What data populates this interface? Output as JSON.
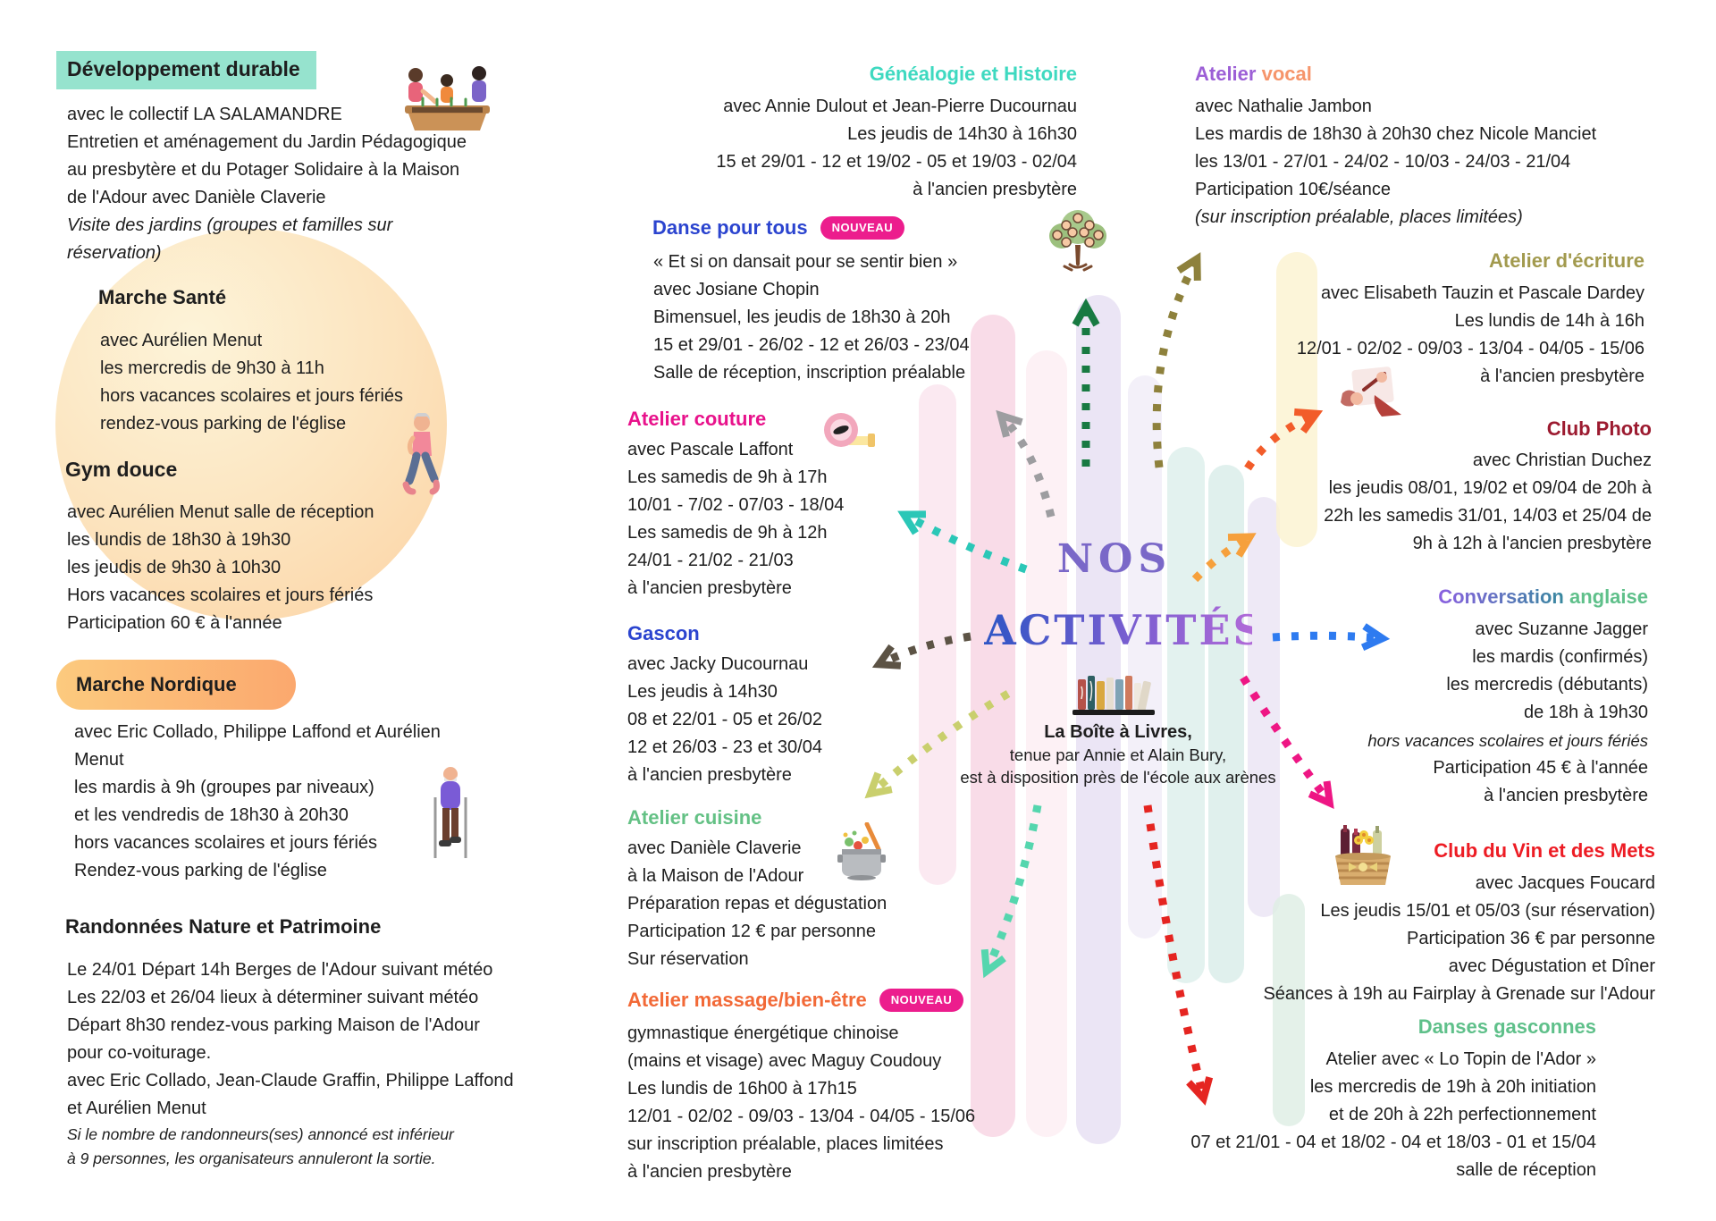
{
  "badge": "NOUVEAU",
  "colors": {
    "accent_mint": "#96e3ce",
    "accent_orange_pill": "#fbbd76",
    "badge_pink": "#ec1d8d",
    "title_teal": "#3ed9c0",
    "title_blue": "#2b44cf",
    "title_pink": "#e8128b",
    "title_green": "#64c185",
    "title_orange": "#f26937",
    "title_purple": "#9c5fd6",
    "title_olive": "#a29a4e",
    "title_darkred": "#9c1b30",
    "title_red": "#ed1c24",
    "title_softgreen": "#5fc08a",
    "nos_purple": "#7a68c8"
  },
  "icons": {
    "gardening-icon": "collectif jardinage",
    "walking-woman-icon": "marche santé",
    "hiking-man-icon": "marche nordique",
    "measuring-tape-icon": "atelier couture",
    "family-tree-icon": "généalogie",
    "cooking-pot-icon": "atelier cuisine",
    "bookshelf-icon": "boîte à livres",
    "writing-hands-icon": "atelier d'écriture",
    "wine-basket-icon": "club du vin"
  },
  "center": {
    "title1": "NOS",
    "title2": "ACTIVITÉS",
    "box1": "La Boîte à Livres,",
    "box2": "tenue par Annie et Alain Bury,",
    "box3": "est à disposition près de l'école aux arènes"
  },
  "left": {
    "dev_durable": {
      "title": "Développement durable",
      "lines": [
        {
          "t": "avec le collectif LA SALAMANDRE"
        },
        {
          "t": "Entretien et aménagement du Jardin Pédagogique"
        },
        {
          "t": "au presbytère et du Potager Solidaire à la Maison"
        },
        {
          "t": "de l'Adour avec Danièle Claverie"
        },
        {
          "t": "Visite des jardins (groupes et familles sur",
          "i": true
        },
        {
          "t": "réservation)",
          "i": true
        }
      ]
    },
    "marche_sante": {
      "title": "Marche Santé",
      "lines": [
        {
          "t": "avec Aurélien Menut"
        },
        {
          "t": "les mercredis de 9h30 à 11h"
        },
        {
          "t": "hors vacances scolaires et jours fériés"
        },
        {
          "t": "rendez-vous parking de l'église"
        }
      ]
    },
    "gym_douce": {
      "title": "Gym douce",
      "lines": [
        {
          "t": "avec Aurélien Menut salle de réception"
        },
        {
          "t": "les lundis de 18h30 à 19h30"
        },
        {
          "t": "les jeudis de 9h30 à 10h30"
        },
        {
          "t": "Hors vacances scolaires et jours fériés"
        },
        {
          "t": "Participation 60 € à l'année"
        }
      ]
    },
    "marche_nordique": {
      "title": "Marche Nordique",
      "lines": [
        {
          "t": "avec Eric Collado, Philippe Laffond et Aurélien"
        },
        {
          "t": "Menut"
        },
        {
          "t": "les mardis à 9h (groupes par niveaux)"
        },
        {
          "t": "et les vendredis de 18h30 à 20h30"
        },
        {
          "t": "hors vacances scolaires et jours fériés"
        },
        {
          "t": "Rendez-vous parking de l'église"
        }
      ]
    },
    "randonnees": {
      "title": "Randonnées Nature et Patrimoine",
      "lines": [
        {
          "t": "Le 24/01 Départ 14h Berges de l'Adour suivant météo"
        },
        {
          "t": "Les 22/03 et 26/04 lieux à déterminer suivant météo"
        },
        {
          "t": "Départ 8h30 rendez-vous parking Maison de l'Adour"
        },
        {
          "t": "pour co-voiturage."
        },
        {
          "t": "avec Eric Collado, Jean-Claude Graffin, Philippe Laffond"
        },
        {
          "t": "et Aurélien Menut"
        },
        {
          "t": "Si le nombre de randonneurs(ses) annoncé est inférieur",
          "i": true
        },
        {
          "t": "à 9 personnes, les organisateurs annuleront la sortie.",
          "i": true
        }
      ]
    }
  },
  "middle": {
    "genealogie": {
      "title": "Généalogie et Histoire",
      "lines": [
        {
          "t": "avec Annie Dulout et Jean-Pierre Ducournau"
        },
        {
          "t": "Les jeudis de 14h30 à 16h30"
        },
        {
          "t": "15 et 29/01 - 12 et 19/02 - 05 et 19/03 - 02/04"
        },
        {
          "t": "à l'ancien presbytère"
        }
      ]
    },
    "danse": {
      "title": "Danse pour tous",
      "nouveau": true,
      "lines": [
        {
          "t": "« Et si on dansait pour se sentir bien »"
        },
        {
          "t": "avec Josiane Chopin"
        },
        {
          "t": "Bimensuel, les jeudis de 18h30 à 20h"
        },
        {
          "t": "15 et 29/01 - 26/02 - 12 et 26/03 - 23/04"
        },
        {
          "t": "Salle de réception, inscription préalable"
        }
      ]
    },
    "couture": {
      "title": "Atelier couture",
      "lines": [
        {
          "t": "avec Pascale Laffont"
        },
        {
          "t": "Les samedis de 9h à 17h"
        },
        {
          "t": "10/01 - 7/02 - 07/03 - 18/04"
        },
        {
          "t": "Les samedis de 9h à 12h"
        },
        {
          "t": "24/01 - 21/02 - 21/03"
        },
        {
          "t": "à l'ancien presbytère"
        }
      ]
    },
    "gascon": {
      "title": "Gascon",
      "lines": [
        {
          "t": "avec Jacky Ducournau"
        },
        {
          "t": "Les jeudis à 14h30"
        },
        {
          "t": "08 et 22/01 - 05 et 26/02"
        },
        {
          "t": "12 et 26/03 - 23 et 30/04"
        },
        {
          "t": "à l'ancien presbytère"
        }
      ]
    },
    "cuisine": {
      "title": "Atelier cuisine",
      "lines": [
        {
          "t": "avec Danièle Claverie"
        },
        {
          "t": "à la Maison de l'Adour"
        },
        {
          "t": "Préparation repas et dégustation"
        },
        {
          "t": "Participation 12 € par personne"
        },
        {
          "t": "Sur réservation"
        }
      ]
    },
    "massage": {
      "title": "Atelier massage/bien-être",
      "nouveau": true,
      "lines": [
        {
          "t": "gymnastique énergétique chinoise"
        },
        {
          "t": "(mains et visage) avec Maguy Coudouy"
        },
        {
          "t": "Les lundis de 16h00 à 17h15"
        },
        {
          "t": "12/01 - 02/02 - 09/03 - 13/04 - 04/05 - 15/06"
        },
        {
          "t": "sur inscription préalable, places limitées"
        },
        {
          "t": "à l'ancien presbytère"
        }
      ]
    }
  },
  "right": {
    "vocal": {
      "title_a": "Atelier",
      "title_b": "vocal",
      "lines": [
        {
          "t": "avec Nathalie Jambon"
        },
        {
          "t": "Les mardis de 18h30 à 20h30 chez Nicole Manciet"
        },
        {
          "t": "les 13/01 - 27/01 - 24/02 - 10/03 - 24/03 - 21/04"
        },
        {
          "t": "Participation 10€/séance"
        },
        {
          "t": "(sur inscription préalable, places limitées)",
          "i": true
        }
      ]
    },
    "ecriture": {
      "title": "Atelier d'écriture",
      "lines": [
        {
          "t": "avec Elisabeth Tauzin et Pascale Dardey"
        },
        {
          "t": "Les lundis de 14h à 16h"
        },
        {
          "t": "12/01 - 02/02 - 09/03 - 13/04 - 04/05 - 15/06"
        },
        {
          "t": "à l'ancien presbytère"
        }
      ]
    },
    "photo": {
      "title": "Club Photo",
      "lines": [
        {
          "t": "avec Christian Duchez"
        },
        {
          "t": "les jeudis 08/01, 19/02 et 09/04 de 20h à"
        },
        {
          "t": "22h les samedis 31/01, 14/03 et 25/04 de"
        },
        {
          "t": "9h à 12h à l'ancien presbytère"
        }
      ]
    },
    "conversation": {
      "title_a": "Conversation",
      "title_b": "anglaise",
      "lines": [
        {
          "t": "avec Suzanne Jagger"
        },
        {
          "t": "les mardis (confirmés)"
        },
        {
          "t": "les mercredis (débutants)"
        },
        {
          "t": "de 18h à 19h30"
        },
        {
          "t": "hors vacances scolaires et jours fériés",
          "i": true
        },
        {
          "t": "Participation 45 € à l'année"
        },
        {
          "t": "à l'ancien presbytère"
        }
      ]
    },
    "vin": {
      "title": "Club du Vin et des Mets",
      "lines": [
        {
          "t": "avec Jacques Foucard"
        },
        {
          "t": "Les jeudis 15/01 et 05/03 (sur réservation)"
        },
        {
          "t": "Participation 36 € par personne"
        },
        {
          "t": "avec Dégustation et Dîner"
        },
        {
          "t": "Séances à 19h au Fairplay à Grenade sur l'Adour"
        }
      ]
    },
    "danses": {
      "title": "Danses gasconnes",
      "lines": [
        {
          "t": "Atelier avec « Lo Topin de l'Ador »"
        },
        {
          "t": "les mercredis de 19h à 20h initiation"
        },
        {
          "t": "et de 20h à 22h perfectionnement"
        },
        {
          "t": "07 et 21/01 - 04 et 18/02 - 04 et 18/03 - 01 et 15/04"
        },
        {
          "t": "salle de réception"
        }
      ]
    }
  }
}
